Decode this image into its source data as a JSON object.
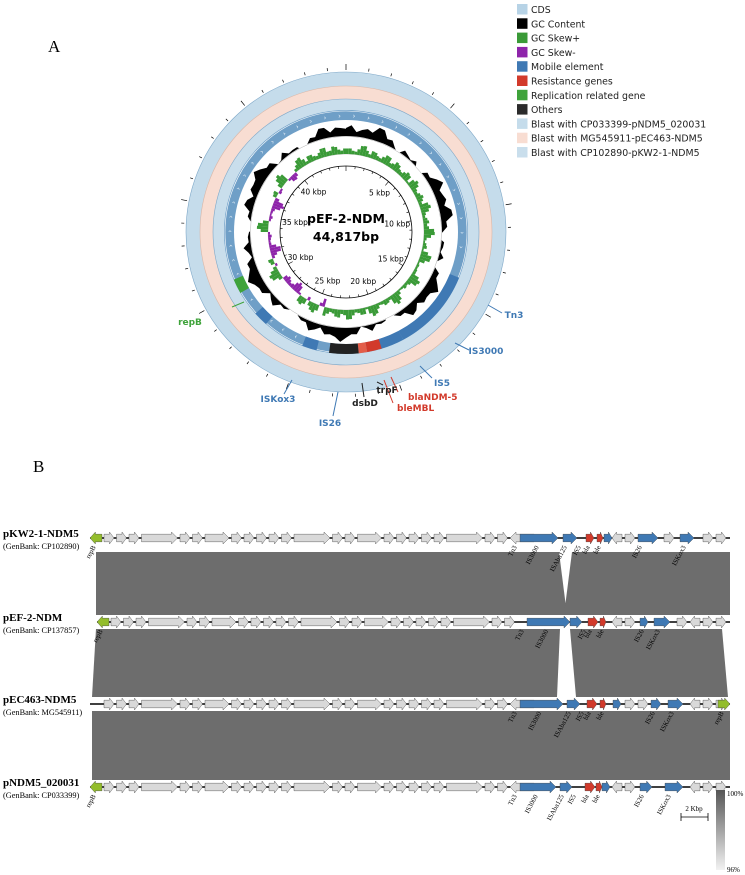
{
  "panel_a": {
    "label": "A",
    "plasmid_name": "pEF-2-NDM",
    "plasmid_size": "44,817bp",
    "kbp_ticks": [
      "5 kbp",
      "10 kbp",
      "15 kbp",
      "20 kbp",
      "25 kbp",
      "30 kbp",
      "35 kbp",
      "40 kbp"
    ],
    "legend": [
      {
        "label": "CDS",
        "color": "#b7d3e6"
      },
      {
        "label": "GC Content",
        "color": "#000000"
      },
      {
        "label": "GC Skew+",
        "color": "#3a9a37"
      },
      {
        "label": "GC Skew-",
        "color": "#8e24aa"
      },
      {
        "label": "Mobile element",
        "color": "#3f79b4"
      },
      {
        "label": "Resistance genes",
        "color": "#d23a2b"
      },
      {
        "label": "Replication related gene",
        "color": "#3fa33b"
      },
      {
        "label": "Others",
        "color": "#2b2b2b"
      },
      {
        "label": "Blast with CP033399-pNDM5_020031",
        "color": "#c5dceb"
      },
      {
        "label": "Blast with MG545911-pEC463-NDM5",
        "color": "#f8ddd2"
      },
      {
        "label": "Blast with CP102890-pKW2-1-NDM5",
        "color": "#c9deec"
      }
    ],
    "gene_labels": [
      {
        "text": "repB",
        "color": "#3fa33b"
      },
      {
        "text": "Tn3",
        "color": "#3f79b4"
      },
      {
        "text": "IS3000",
        "color": "#3f79b4"
      },
      {
        "text": "IS5",
        "color": "#3f79b4"
      },
      {
        "text": "blaNDM-5",
        "color": "#d23a2b"
      },
      {
        "text": "bleMBL",
        "color": "#d23a2b"
      },
      {
        "text": "trpF",
        "color": "#222222"
      },
      {
        "text": "dsbD",
        "color": "#222222"
      },
      {
        "text": "IS26",
        "color": "#3f79b4"
      },
      {
        "text": "ISKox3",
        "color": "#3f79b4"
      }
    ]
  },
  "panel_b": {
    "label": "B",
    "tracks": [
      {
        "name": "pKW2-1-NDM5",
        "genbank": "(GenBank: CP102890)",
        "labels": [
          "repB",
          "Tn3",
          "IS3000",
          "ISAba125",
          "IS5",
          "bla",
          "ble",
          "IS26",
          "ISKox3"
        ]
      },
      {
        "name": "pEF-2-NDM",
        "genbank": "(GenBank: CP137857)",
        "labels": [
          "repB",
          "Tn3",
          "IS3000",
          "IS5",
          "bla",
          "ble",
          "IS26",
          "ISKox3"
        ]
      },
      {
        "name": "pEC463-NDM5",
        "genbank": "(GenBank: MG545911)",
        "labels": [
          "Tn3",
          "IS3000",
          "ISAba125",
          "IS5",
          "bla",
          "ble",
          "IS26",
          "ISKox3",
          "repB"
        ]
      },
      {
        "name": "pNDM5_020031",
        "genbank": "(GenBank: CP033399)",
        "labels": [
          "repB",
          "Tn3",
          "IS3000",
          "ISAba125",
          "IS5",
          "bla",
          "ble",
          "IS26",
          "ISKox3"
        ]
      }
    ],
    "scale_label": "2 Kbp",
    "identity_max": "100%",
    "identity_min": "96%"
  },
  "colors": {
    "mobile": "#3f79b4",
    "resistance": "#d23a2b",
    "replication": "#93bd2c",
    "cds": "#d9d9d9",
    "homology": "#6d6d6d"
  }
}
